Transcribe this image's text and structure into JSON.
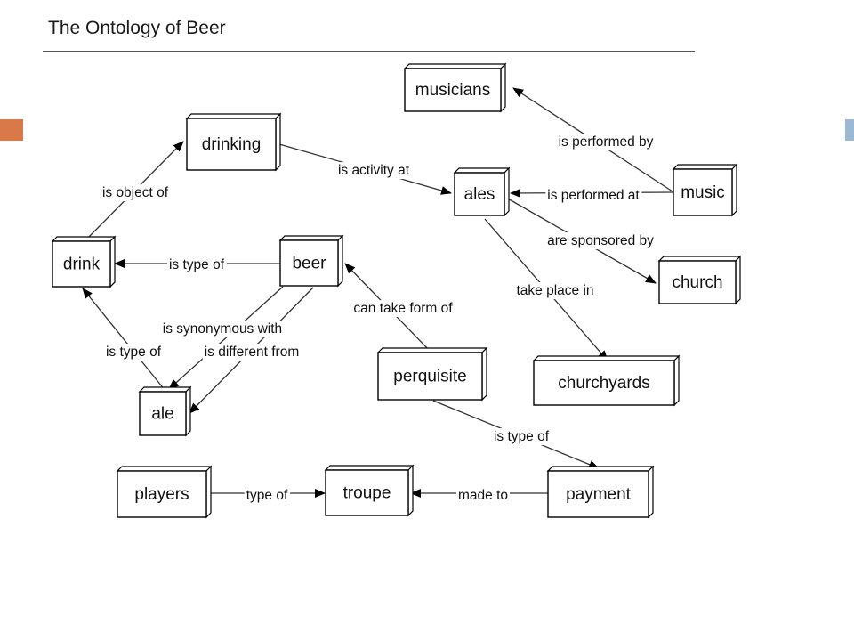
{
  "title": "The Ontology of Beer",
  "colors": {
    "accent_left": "#d9794a",
    "accent_right": "#9db8d4",
    "stroke": "#000000",
    "line": "#333333"
  },
  "nodes": [
    {
      "id": "musicians",
      "label": "musicians"
    },
    {
      "id": "drinking",
      "label": "drinking"
    },
    {
      "id": "ales",
      "label": "ales"
    },
    {
      "id": "music",
      "label": "music"
    },
    {
      "id": "drink",
      "label": "drink"
    },
    {
      "id": "beer",
      "label": "beer"
    },
    {
      "id": "church",
      "label": "church"
    },
    {
      "id": "churchyards",
      "label": "churchyards"
    },
    {
      "id": "perquisite",
      "label": "perquisite"
    },
    {
      "id": "ale",
      "label": "ale"
    },
    {
      "id": "players",
      "label": "players"
    },
    {
      "id": "troupe",
      "label": "troupe"
    },
    {
      "id": "payment",
      "label": "payment"
    }
  ],
  "edges": [
    {
      "from": "drink",
      "to": "drinking",
      "label": "is object of"
    },
    {
      "from": "drinking",
      "to": "ales",
      "label": "is activity at"
    },
    {
      "from": "music",
      "to": "musicians",
      "label": "is performed by"
    },
    {
      "from": "music",
      "to": "ales",
      "label": "is performed at"
    },
    {
      "from": "ales",
      "to": "church",
      "label": "are sponsored by"
    },
    {
      "from": "beer",
      "to": "drink",
      "label": "is type of"
    },
    {
      "from": "ales",
      "to": "churchyards",
      "label": "take place in"
    },
    {
      "from": "perquisite",
      "to": "beer",
      "label": "can take form of"
    },
    {
      "from": "beer",
      "to": "ale",
      "label": "is synonymous with"
    },
    {
      "from": "ale",
      "to": "drink",
      "label": "is type of"
    },
    {
      "from": "beer",
      "to": "ale",
      "label": "is different from"
    },
    {
      "from": "perquisite",
      "to": "payment",
      "label": "is type of"
    },
    {
      "from": "players",
      "to": "troupe",
      "label": "type of"
    },
    {
      "from": "payment",
      "to": "troupe",
      "label": "made to"
    }
  ]
}
